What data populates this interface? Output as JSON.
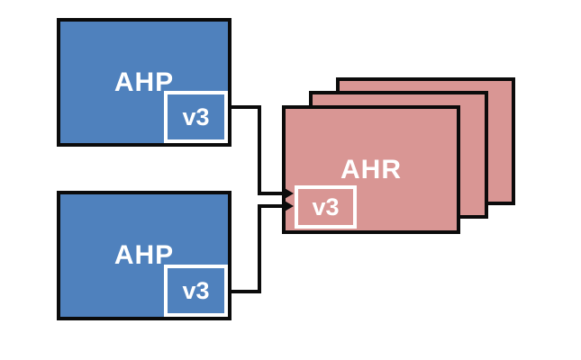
{
  "diagram": {
    "background": "#ffffff",
    "colors": {
      "blue": "#4F81BD",
      "pink": "#D99694",
      "line": "#0b0b0b",
      "text": "#ffffff",
      "badge_border": "#ffffff",
      "background": "#ffffff"
    },
    "nodes": {
      "ahp_top": {
        "label": "AHP",
        "badge": "v3"
      },
      "ahp_bottom": {
        "label": "AHP",
        "badge": "v3"
      },
      "ahr": {
        "label": "AHR",
        "badge": "v3",
        "stack_count": 3
      }
    },
    "connections": [
      {
        "from": "ahp_top",
        "to": "ahr.v3",
        "style": "elbow-arrow"
      },
      {
        "from": "ahp_bottom",
        "to": "ahr.v3",
        "style": "elbow-arrow"
      }
    ]
  }
}
